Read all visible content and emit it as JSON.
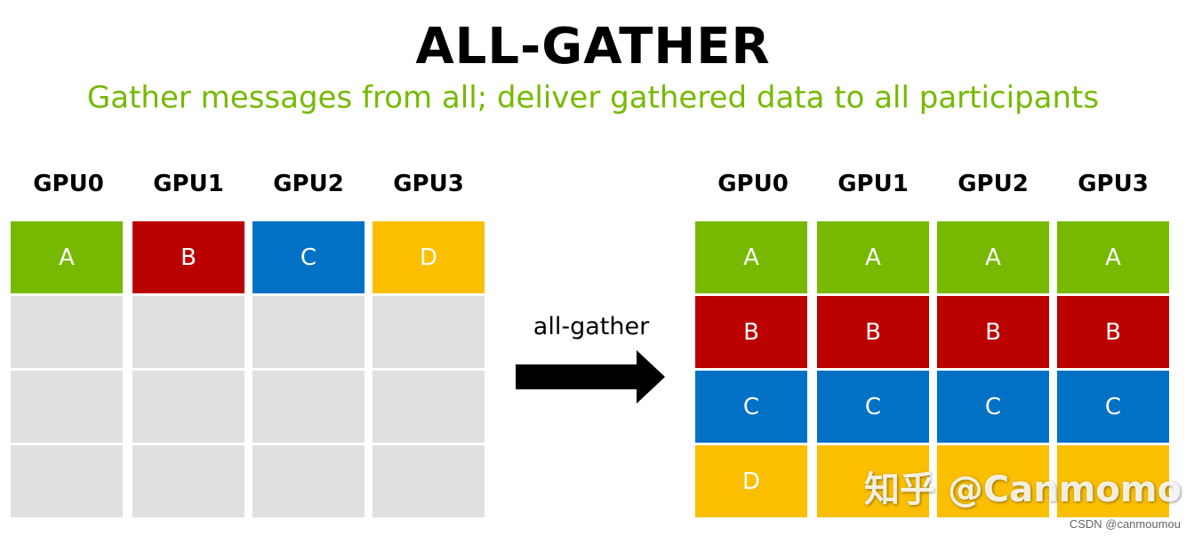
{
  "title": "ALL-GATHER",
  "subtitle": "Gather messages from all; deliver gathered data to all participants",
  "left": {
    "gpus": [
      "GPU0",
      "GPU1",
      "GPU2",
      "GPU3"
    ],
    "cells": [
      "A",
      "B",
      "C",
      "D"
    ]
  },
  "operation_label": "all-gather",
  "right": {
    "gpus": [
      "GPU0",
      "GPU1",
      "GPU2",
      "GPU3"
    ],
    "rows": [
      [
        "A",
        "A",
        "A",
        "A"
      ],
      [
        "B",
        "B",
        "B",
        "B"
      ],
      [
        "C",
        "C",
        "C",
        "C"
      ],
      [
        "D",
        "",
        "",
        ""
      ]
    ]
  },
  "watermark": "知乎 @Canmomo",
  "csdn_credit": "CSDN @canmoumou",
  "colors": {
    "A": "#76b900",
    "B": "#bb0000",
    "C": "#0071c5",
    "D": "#fbbf00",
    "empty": "#e0e0e0",
    "subtitle": "#76b900"
  }
}
